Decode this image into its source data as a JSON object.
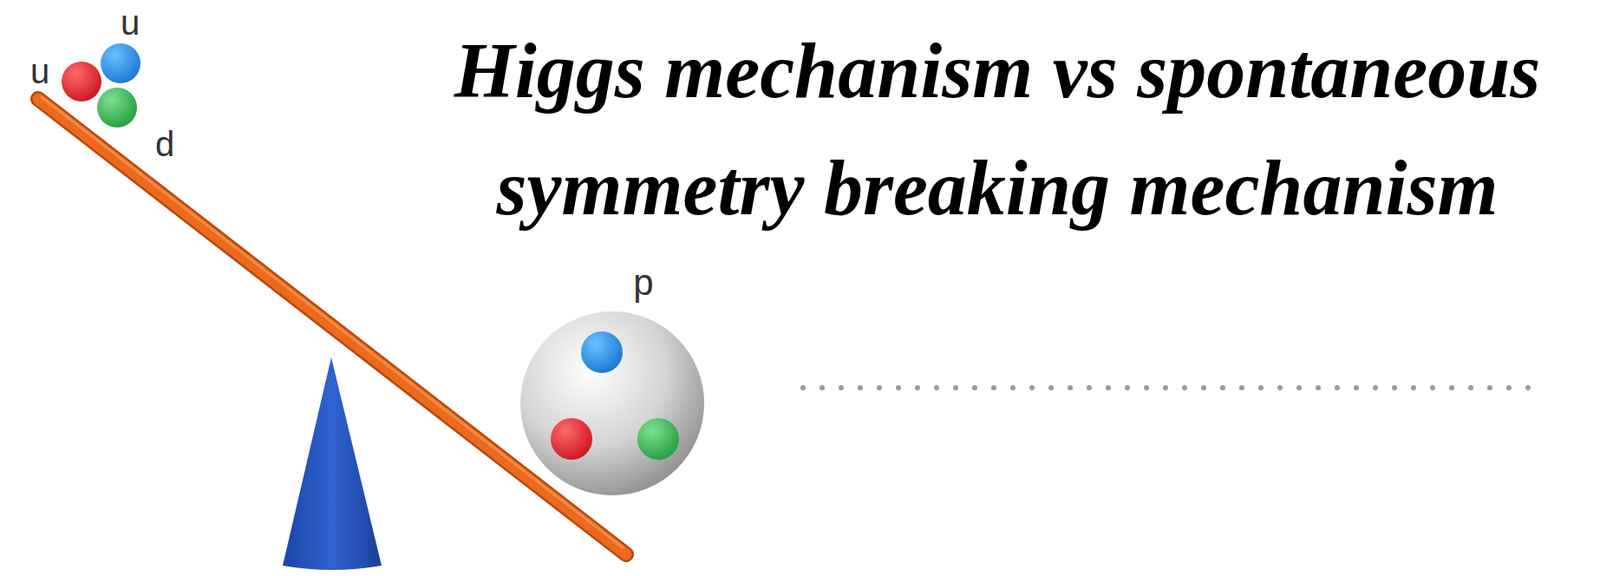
{
  "diagram": {
    "title": "Higgs mechanism vs spontaneous symmetry breaking mechanism",
    "labels": [
      "u",
      "u",
      "d",
      "p"
    ]
  }
}
